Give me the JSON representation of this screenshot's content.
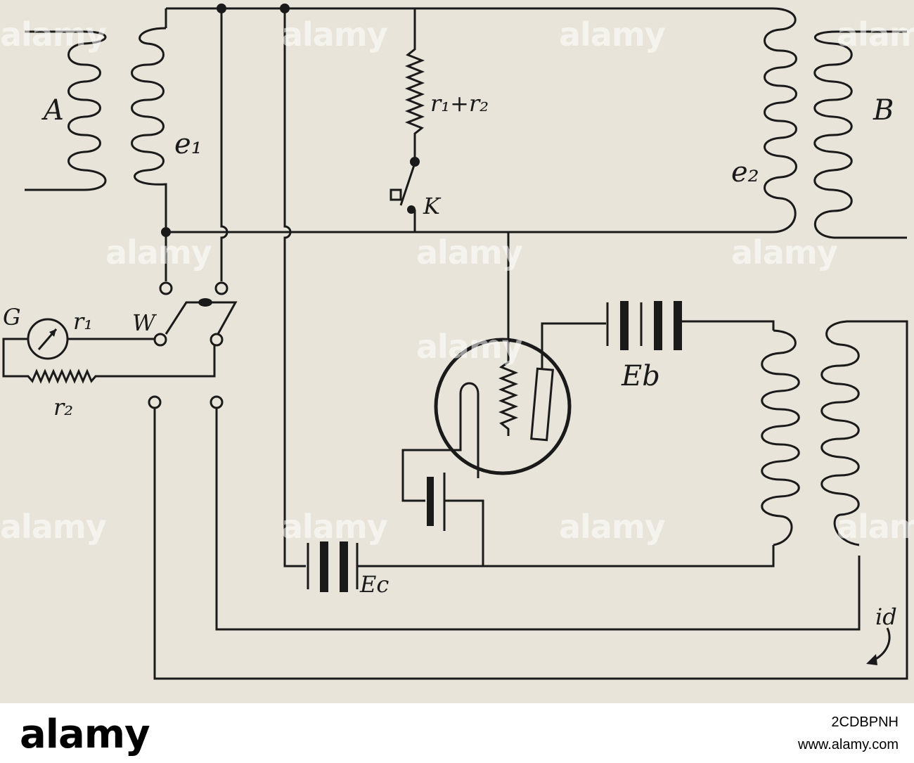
{
  "labels": {
    "A": "A",
    "B": "B",
    "e1": "e₁",
    "e2": "e₂",
    "r1_plus_r2": "r₁+r₂",
    "K": "K",
    "G": "G",
    "r1": "r₁",
    "W": "W",
    "r2": "r₂",
    "Eb": "Eb",
    "Ec": "Ec",
    "id": "id"
  },
  "watermark": "alamy",
  "footer": {
    "brand": "alamy",
    "image_id": "2CDBPNH",
    "site": "www.alamy.com"
  }
}
